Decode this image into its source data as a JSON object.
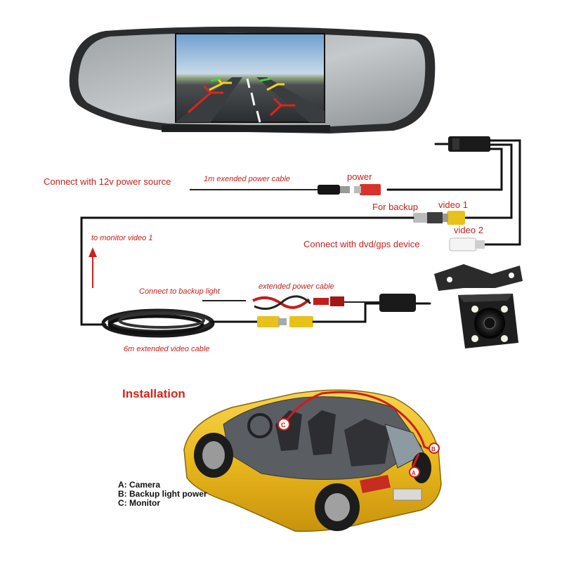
{
  "labels": {
    "power_source": "Connect with 12v power source",
    "power_cable": "1m  exended  power  cable",
    "power": "power",
    "for_backup": "For backup",
    "video1": "video 1",
    "video2": "video 2",
    "dvd_gps": "Connect with dvd/gps device",
    "to_monitor": "to  monitor  video  1",
    "backup_light": "Connect  to  backup  light",
    "ext_power_cable": "extended  power  cable",
    "video_cable": "6m  extended  video  cable"
  },
  "installation": {
    "title": "Installation",
    "legend": [
      "A: Camera",
      "B: Backup light power",
      "C: Monitor"
    ],
    "markers": [
      "A",
      "B",
      "C"
    ]
  },
  "colors": {
    "label_red": "#cc1e1a",
    "rca_yellow": "#e8c21a",
    "rca_red": "#d9322b",
    "car_yellow": "#e9b81c",
    "wire_route": "#d41a1a"
  },
  "icons": [
    "rearview-mirror-monitor-icon",
    "backup-camera-icon",
    "car-cutaway-icon",
    "up-arrow-icon"
  ]
}
